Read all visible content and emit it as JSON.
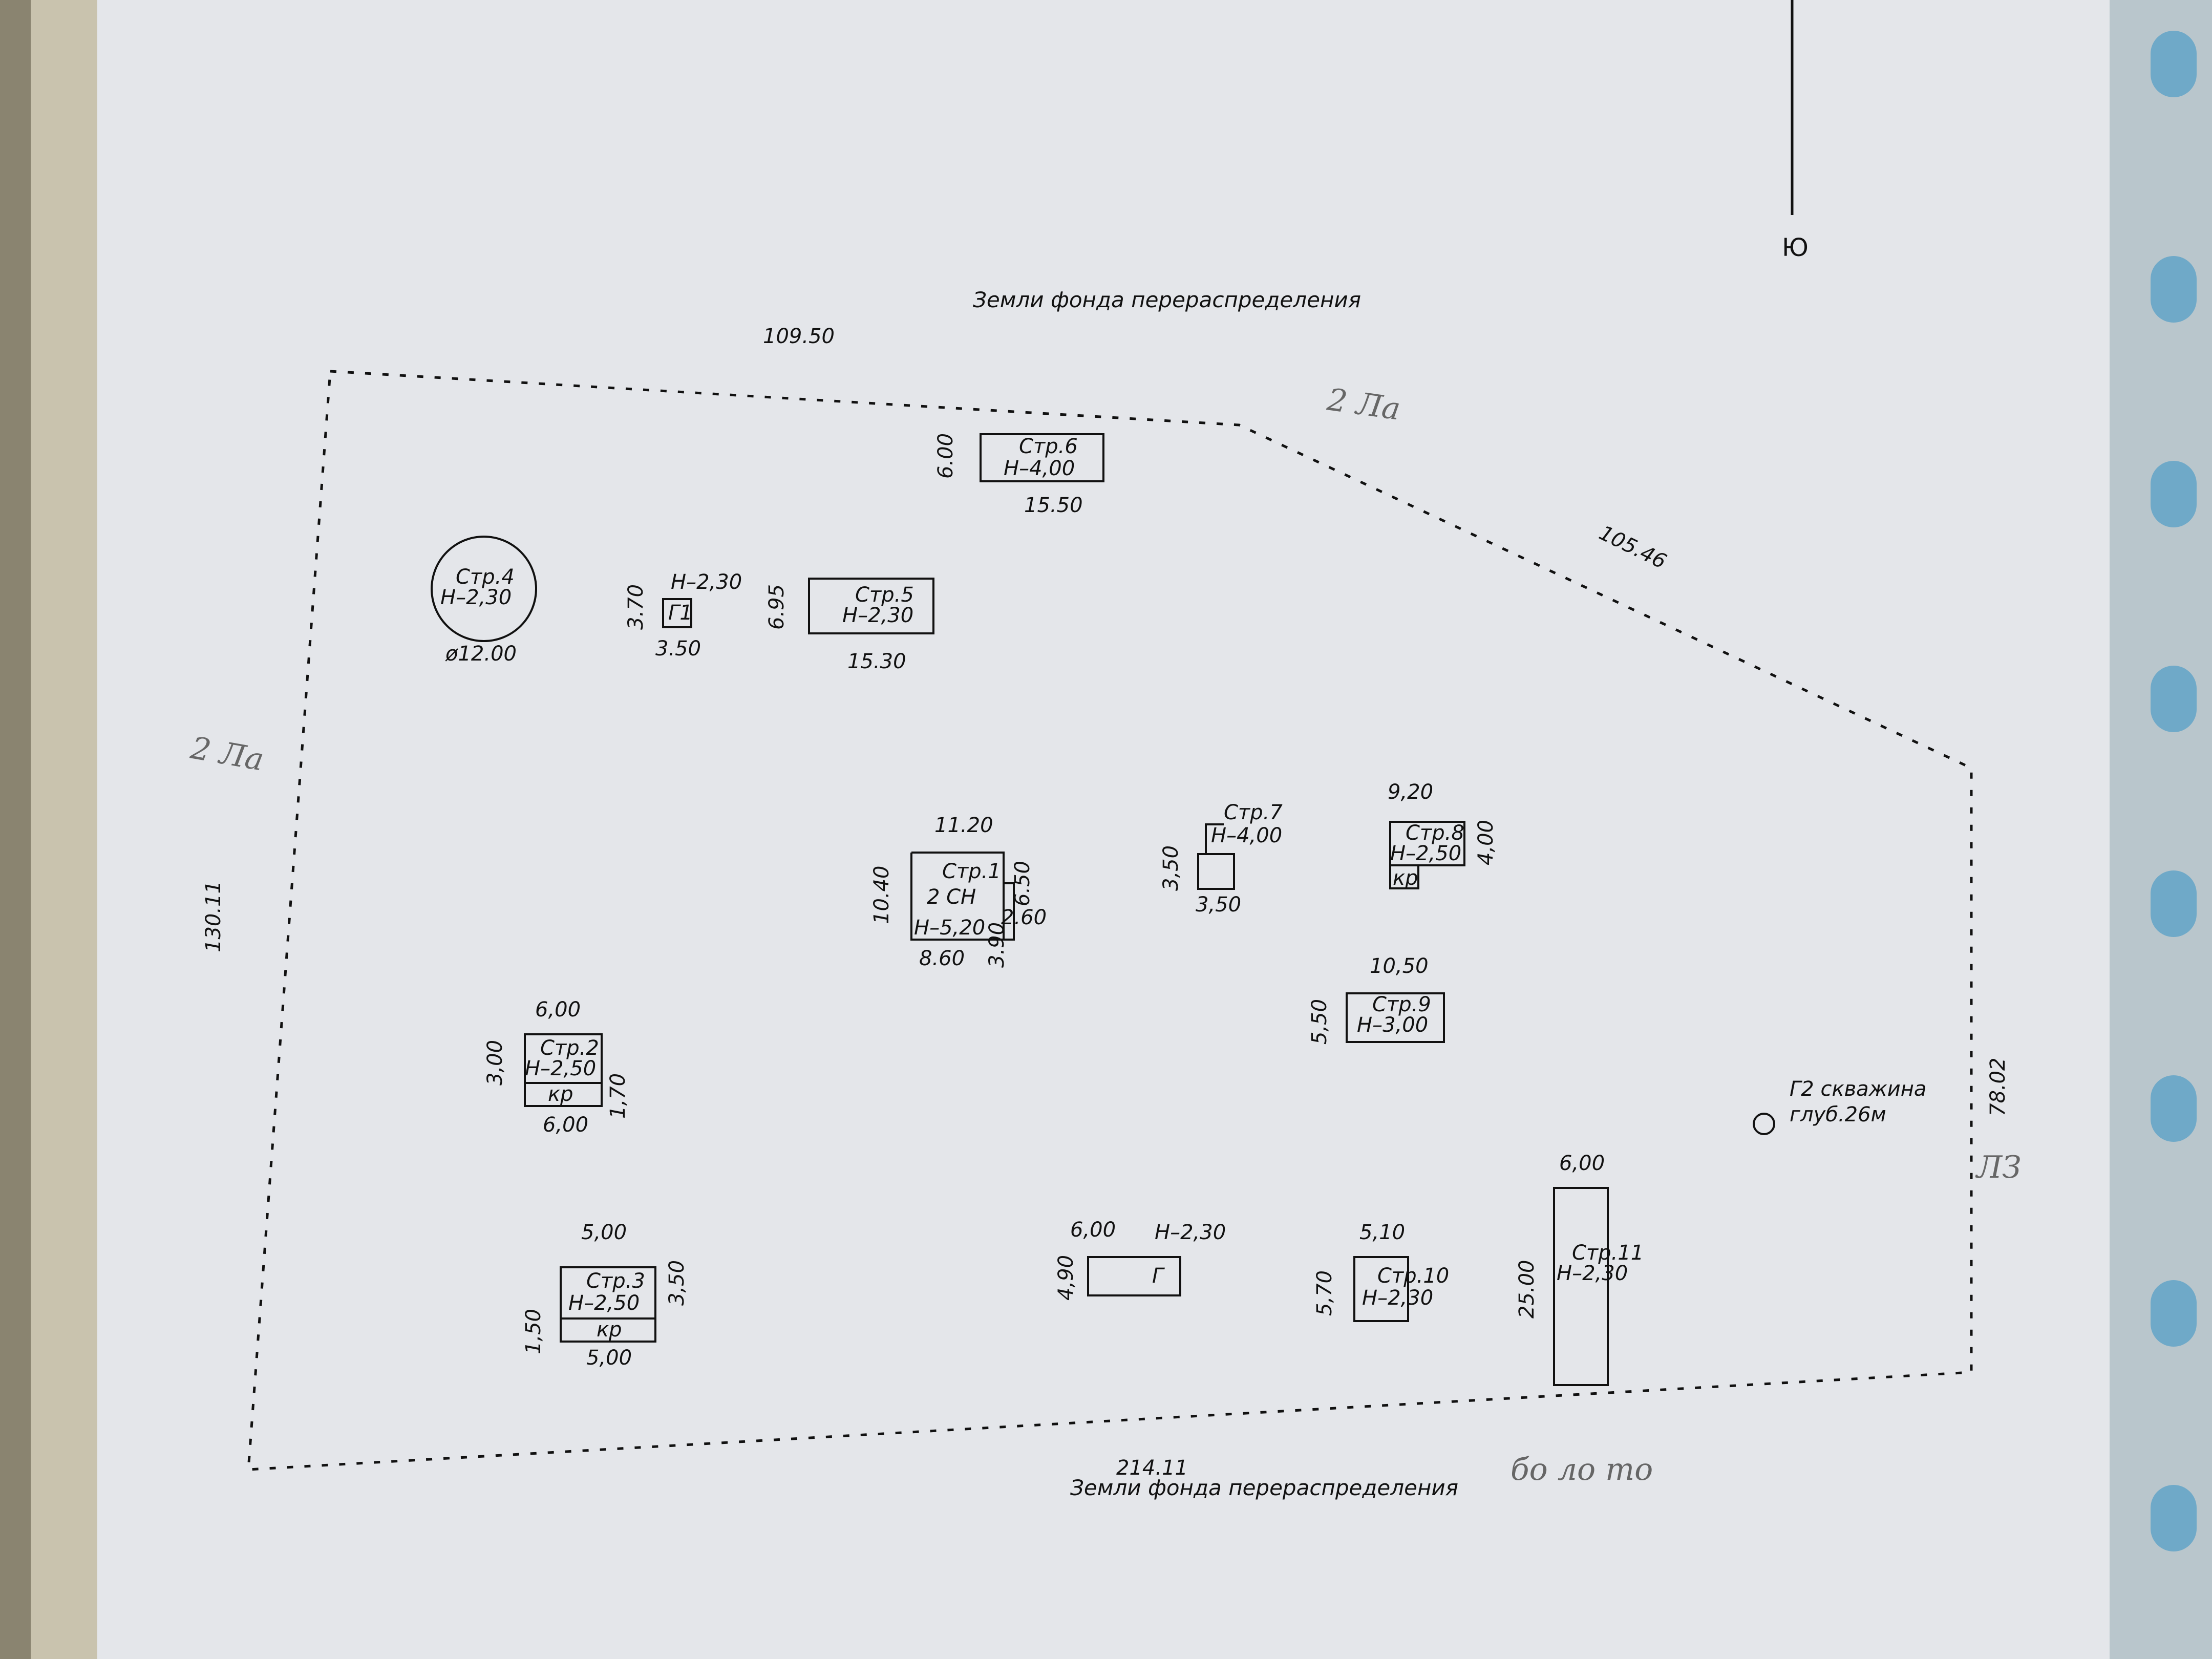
{
  "land": {
    "top": "Земли фонда перераспределения",
    "bottom": "Земли фонда перераспределения"
  },
  "compass": {
    "south": "Ю"
  },
  "boundary_dims": {
    "top": "109.50",
    "diag": "105.46",
    "left": "130.11",
    "bottom": "214.11",
    "right": "78.02"
  },
  "handwritten": {
    "top": "2 Ла",
    "left": "2 Ла",
    "right": "ЛЗ",
    "bottom": "бо ло то"
  },
  "buildings": {
    "b1": {
      "l1": "Стр.1",
      "l2": "2 СН",
      "l3": "Н–5,20",
      "w": "11.20",
      "h": "10.40",
      "d1": "6.50",
      "d2": "2.60",
      "d3": "3.90",
      "d4": "8.60"
    },
    "b2": {
      "l1": "Стр.2",
      "l2": "Н–2,50",
      "sub": "кр",
      "w": "6,00",
      "h": "3,00",
      "d1": "1,70",
      "wb": "6,00"
    },
    "b3": {
      "l1": "Стр.3",
      "l2": "Н–2,50",
      "sub": "кр",
      "w": "5,00",
      "h": "3,50",
      "d1": "1,50",
      "wb": "5,00"
    },
    "b4": {
      "l1": "Стр.4",
      "l2": "Н–2,30",
      "diam": "ø12.00"
    },
    "b5": {
      "l1": "Стр.5",
      "l2": "Н–2,30",
      "w": "15.30",
      "h": "6.95"
    },
    "b6": {
      "l1": "Стр.6",
      "l2": "Н–4,00",
      "w": "15.50",
      "h": "6.00"
    },
    "b7": {
      "l1": "Стр.7",
      "l2": "Н–4,00",
      "w": "3,50",
      "h": "3,50"
    },
    "b8": {
      "l1": "Стр.8",
      "l2": "Н–2,50",
      "sub": "кр",
      "w": "9,20",
      "h": "4,00"
    },
    "b9": {
      "l1": "Стр.9",
      "l2": "Н–3,00",
      "w": "10,50",
      "h": "5,50"
    },
    "b10": {
      "l1": "Стр.10",
      "l2": "Н–2,30",
      "w": "5,10",
      "h": "5,70"
    },
    "b11": {
      "l1": "Стр.11",
      "l2": "Н–2,30",
      "w": "6,00",
      "h": "25.00"
    },
    "g1": {
      "l1": "Г1",
      "h_label": "Н–2,30",
      "w": "3.50",
      "h": "3.70"
    },
    "g": {
      "l1": "Г",
      "h_label": "Н–2,30",
      "w": "6,00",
      "h": "4,90"
    }
  },
  "well": {
    "l1": "Г2 скважина",
    "l2": "глуб.26м"
  }
}
